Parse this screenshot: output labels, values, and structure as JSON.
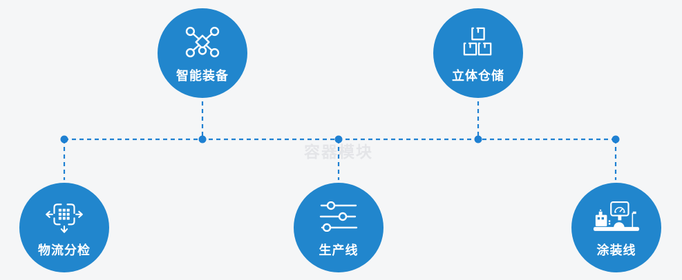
{
  "diagram": {
    "watermark": "容器模块",
    "colors": {
      "node_fill": "#2186cd",
      "connector": "#1e80d2",
      "background": "#f5f6f7",
      "label": "#ffffff",
      "watermark": "#e4e5e8"
    },
    "nodes": [
      {
        "label": "智能装备",
        "icon": "network-nodes-icon",
        "position": "top-left"
      },
      {
        "label": "立体仓储",
        "icon": "stacked-boxes-icon",
        "position": "top-right"
      },
      {
        "label": "物流分检",
        "icon": "sorting-arrows-icon",
        "position": "bottom-left"
      },
      {
        "label": "生产线",
        "icon": "sliders-icon",
        "position": "bottom-center"
      },
      {
        "label": "涂装线",
        "icon": "machine-console-icon",
        "position": "bottom-right"
      }
    ]
  }
}
